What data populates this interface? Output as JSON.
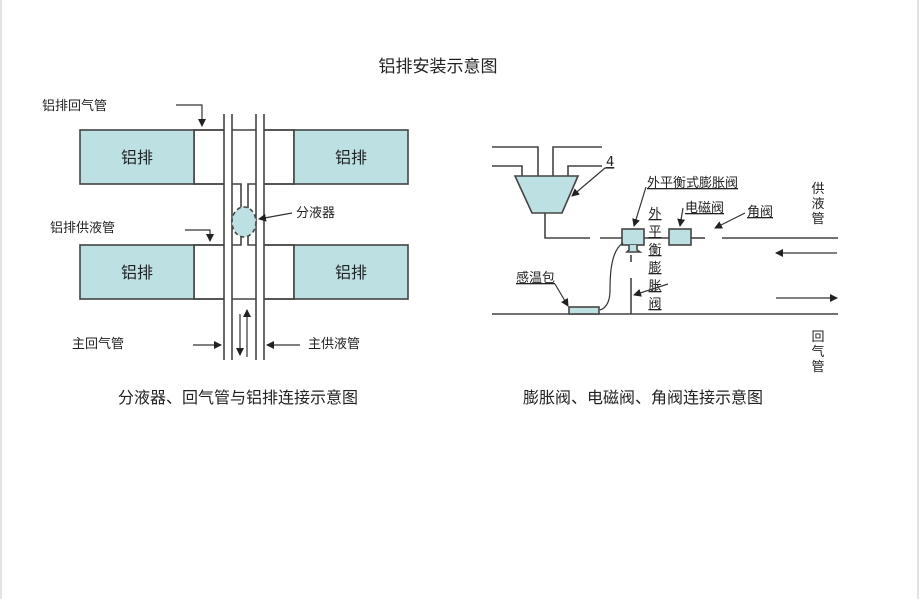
{
  "title": "铝排安装示意图",
  "left_diagram": {
    "caption": "分液器、回气管与铝排连接示意图",
    "labels": {
      "return_pipe": "铝排回气管",
      "supply_pipe": "铝排供液管",
      "distributor": "分液器",
      "main_return": "主回气管",
      "main_supply": "主供液管"
    },
    "panels": [
      "铝排",
      "铝排",
      "铝排",
      "铝排"
    ]
  },
  "right_diagram": {
    "caption": "膨胀阀、电磁阀、角阀连接示意图",
    "labels": {
      "item_number": "4",
      "ext_balance_valve": "外平衡式膨胀阀",
      "solenoid_valve": "电磁阀",
      "angle_valve": "角阀",
      "ext_balance_valve_vertical": "外平衡膨胀阀",
      "sensing_bulb": "感温包",
      "supply_pipe_vertical": "供液管",
      "return_pipe_vertical": "回气管"
    }
  },
  "colors": {
    "panel_fill": "#bde0e3",
    "line": "#444444",
    "text": "#222222"
  }
}
